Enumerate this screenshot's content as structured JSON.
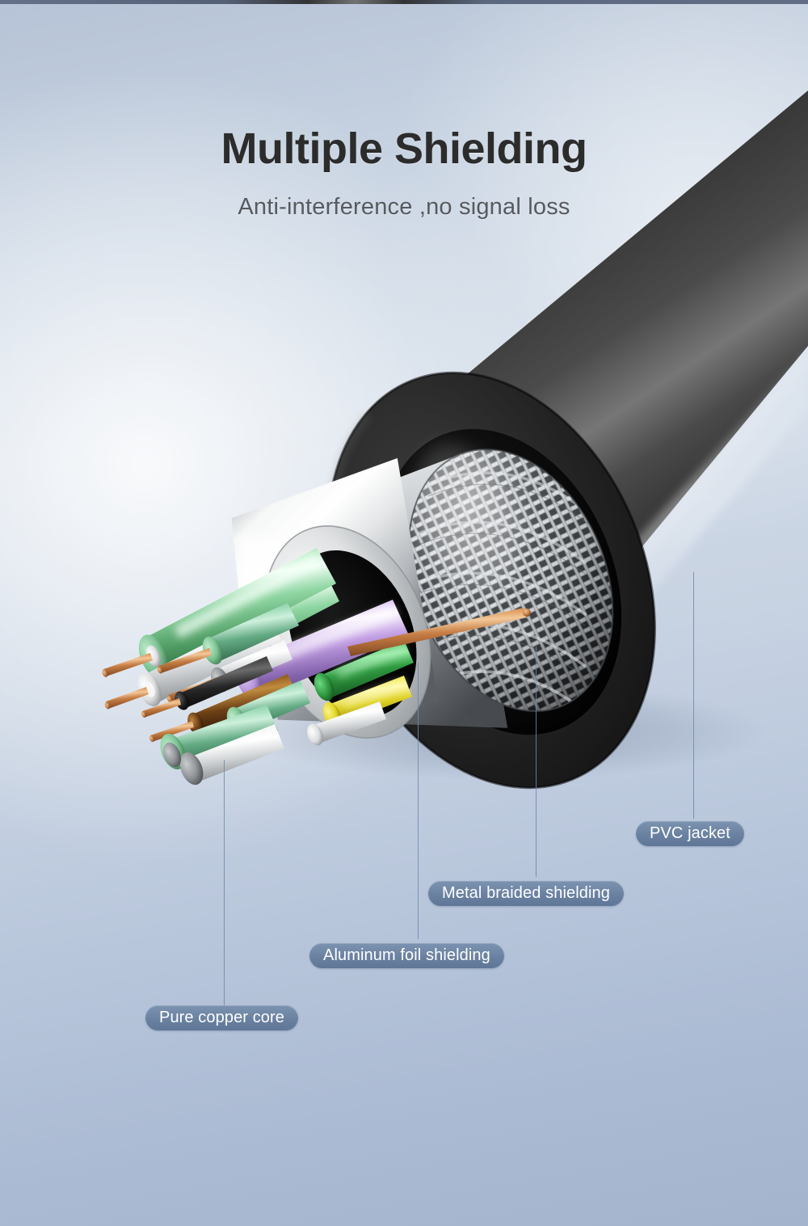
{
  "header": {
    "title": "Multiple Shielding",
    "subtitle": "Anti-interference ,no signal loss",
    "title_color": "#2c2c2c",
    "subtitle_color": "#565a5f"
  },
  "background": {
    "top_color": "#b6c3d6",
    "mid_color": "#d2dce8",
    "bottom_color": "#a3b4cc"
  },
  "callouts": [
    {
      "label": "PVC jacket",
      "pill_color": "#6a81a1",
      "text_color": "#ffffff"
    },
    {
      "label": "Metal braided shielding",
      "pill_color": "#6a81a1",
      "text_color": "#ffffff"
    },
    {
      "label": "Aluminum foil shielding",
      "pill_color": "#6a81a1",
      "text_color": "#ffffff"
    },
    {
      "label": "Pure copper core",
      "pill_color": "#6a81a1",
      "text_color": "#ffffff"
    }
  ],
  "leader_line_color": "#6f88ab",
  "cable": {
    "jacket_color": "#2a2a2a",
    "jacket_highlight": "#6e6e6e",
    "braid_color": "#c9cccf",
    "foil_color": "#f2f2f0",
    "copper_color": "#c8865a",
    "wire_colors": {
      "light_green": "#8ed6a0",
      "lavender": "#c9a9e6",
      "dark_green": "#2f9c3f",
      "yellow": "#ecdf2a",
      "white": "#e8e8e8",
      "brown": "#6b4320",
      "black": "#1a1a1a",
      "mint": "#7ec49b"
    }
  }
}
